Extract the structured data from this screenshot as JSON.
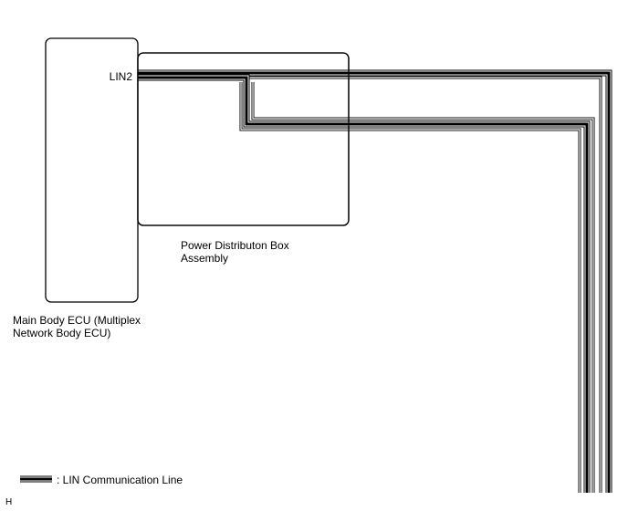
{
  "labels": {
    "pin": "LIN2",
    "pdb_line1": "Power Distributon Box",
    "pdb_line2": "Assembly",
    "ecu_line1": "Main Body ECU (Multiplex",
    "ecu_line2": "Network Body ECU)",
    "legend": ": LIN Communication Line",
    "corner": "H"
  },
  "colors": {
    "line": "#000000",
    "background": "#ffffff"
  }
}
